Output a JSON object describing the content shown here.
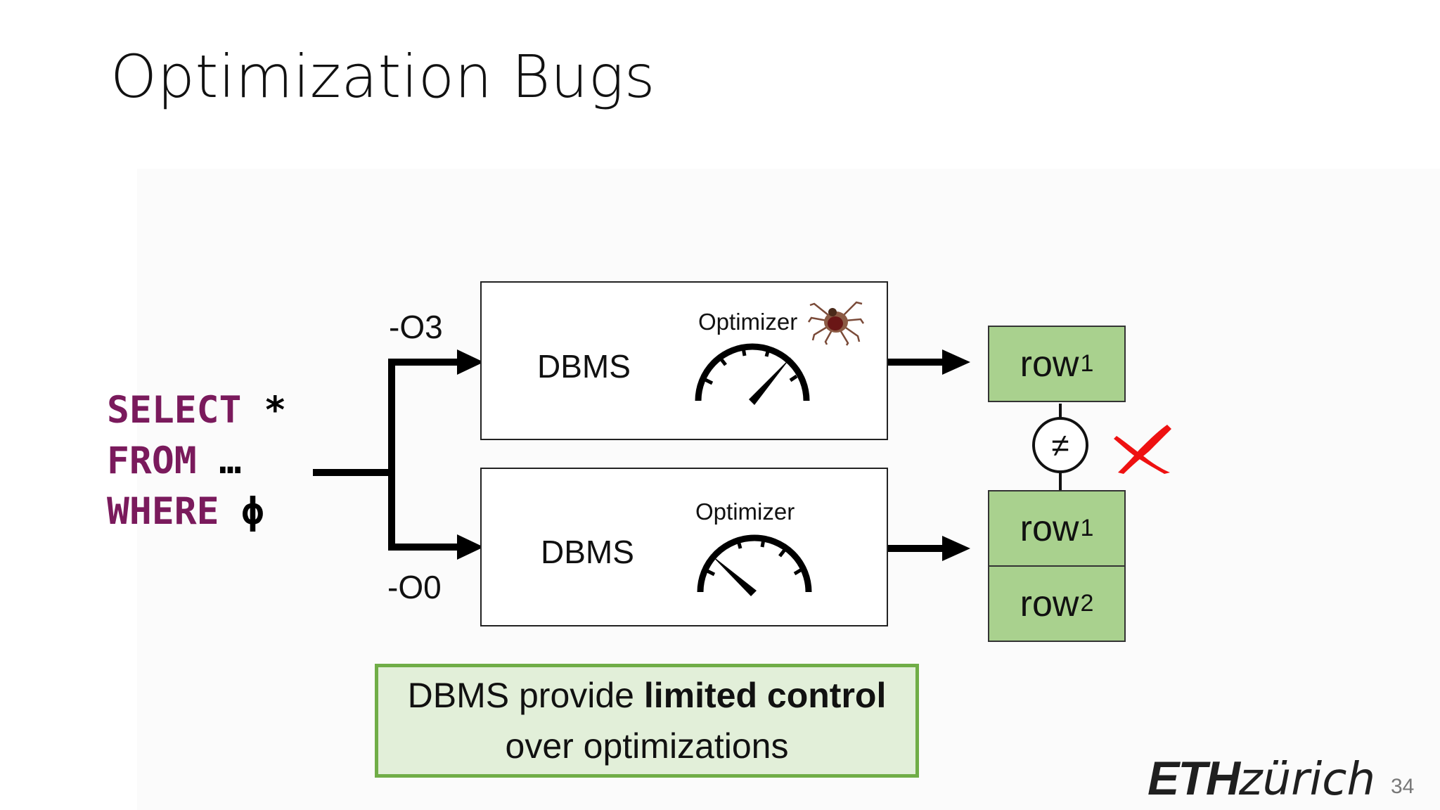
{
  "slide": {
    "title": "Optimization Bugs",
    "page_number": "34"
  },
  "query": {
    "line1_kw": "SELECT",
    "line1_rest": " *",
    "line2_kw": "FROM",
    "line2_rest": " …",
    "line3_kw": "WHERE",
    "line3_rest": " ϕ"
  },
  "paths": {
    "top_flag": "-O3",
    "bottom_flag": "-O0"
  },
  "top_box": {
    "dbms_label": "DBMS",
    "optimizer_label": "Optimizer",
    "icon": "speedometer-high-icon",
    "bug_icon": "tick-bug-icon"
  },
  "bottom_box": {
    "dbms_label": "DBMS",
    "optimizer_label": "Optimizer",
    "icon": "speedometer-low-icon"
  },
  "results": {
    "top_row": {
      "text": "row",
      "sub": "1"
    },
    "bottom_rows": [
      {
        "text": "row",
        "sub": "1"
      },
      {
        "text": "row",
        "sub": "2"
      }
    ],
    "comparison_symbol": "≠",
    "mismatch_icon": "red-cross-icon"
  },
  "callout": {
    "text_prefix": "DBMS provide ",
    "text_bold": "limited control",
    "text_line2": "over optimizations"
  },
  "logo": {
    "bold": "ETH",
    "light": "zürich"
  },
  "colors": {
    "keyword": "#7a1a5c",
    "row_fill": "#a9d18e",
    "callout_fill": "#e2efd9",
    "callout_border": "#70ad47",
    "cross": "#ee1111"
  }
}
